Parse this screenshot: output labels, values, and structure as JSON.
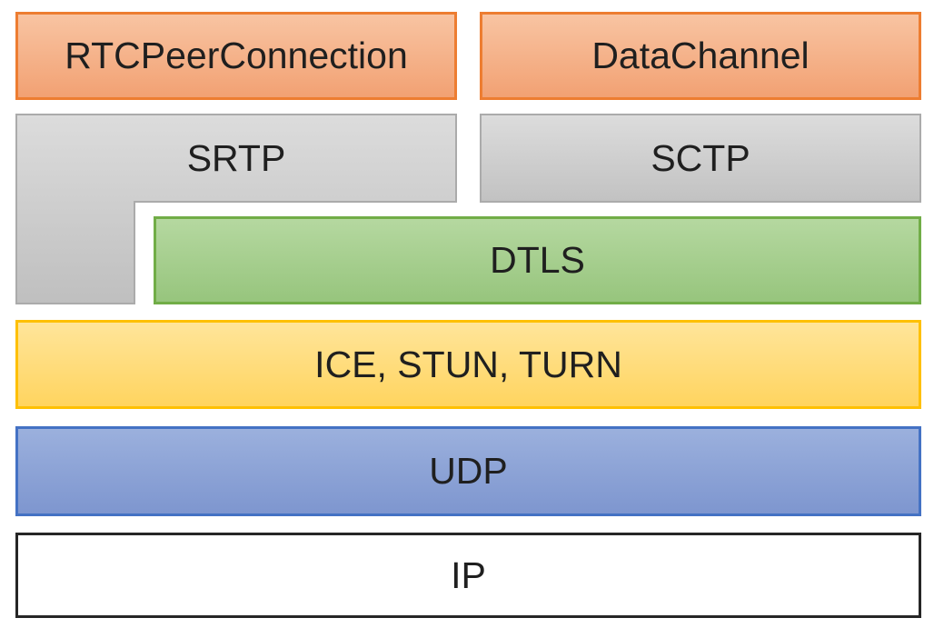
{
  "diagram": {
    "type": "protocol-stack",
    "background": "#ffffff",
    "text_color": "#1f1f1f",
    "boxes": [
      {
        "label": "RTCPeerConnection",
        "fill": "#f5b287",
        "border": "#ed7d31",
        "shape": "rect"
      },
      {
        "label": "DataChannel",
        "fill": "#f5b287",
        "border": "#ed7d31",
        "shape": "rect"
      },
      {
        "label": "SRTP",
        "fill": "#cfcfcf",
        "border": "#ababab",
        "shape": "l-shape"
      },
      {
        "label": "SCTP",
        "fill": "#cfcfcf",
        "border": "#ababab",
        "shape": "rect"
      },
      {
        "label": "DTLS",
        "fill": "#a6cf8e",
        "border": "#71ad47",
        "shape": "rect"
      },
      {
        "label": "ICE, STUN, TURN",
        "fill": "#ffdc7c",
        "border": "#fec003",
        "shape": "rect"
      },
      {
        "label": "UDP",
        "fill": "#8ca3d6",
        "border": "#4472c4",
        "shape": "rect"
      },
      {
        "label": "IP",
        "fill": "#ffffff",
        "border": "#262626",
        "shape": "rect"
      }
    ]
  }
}
